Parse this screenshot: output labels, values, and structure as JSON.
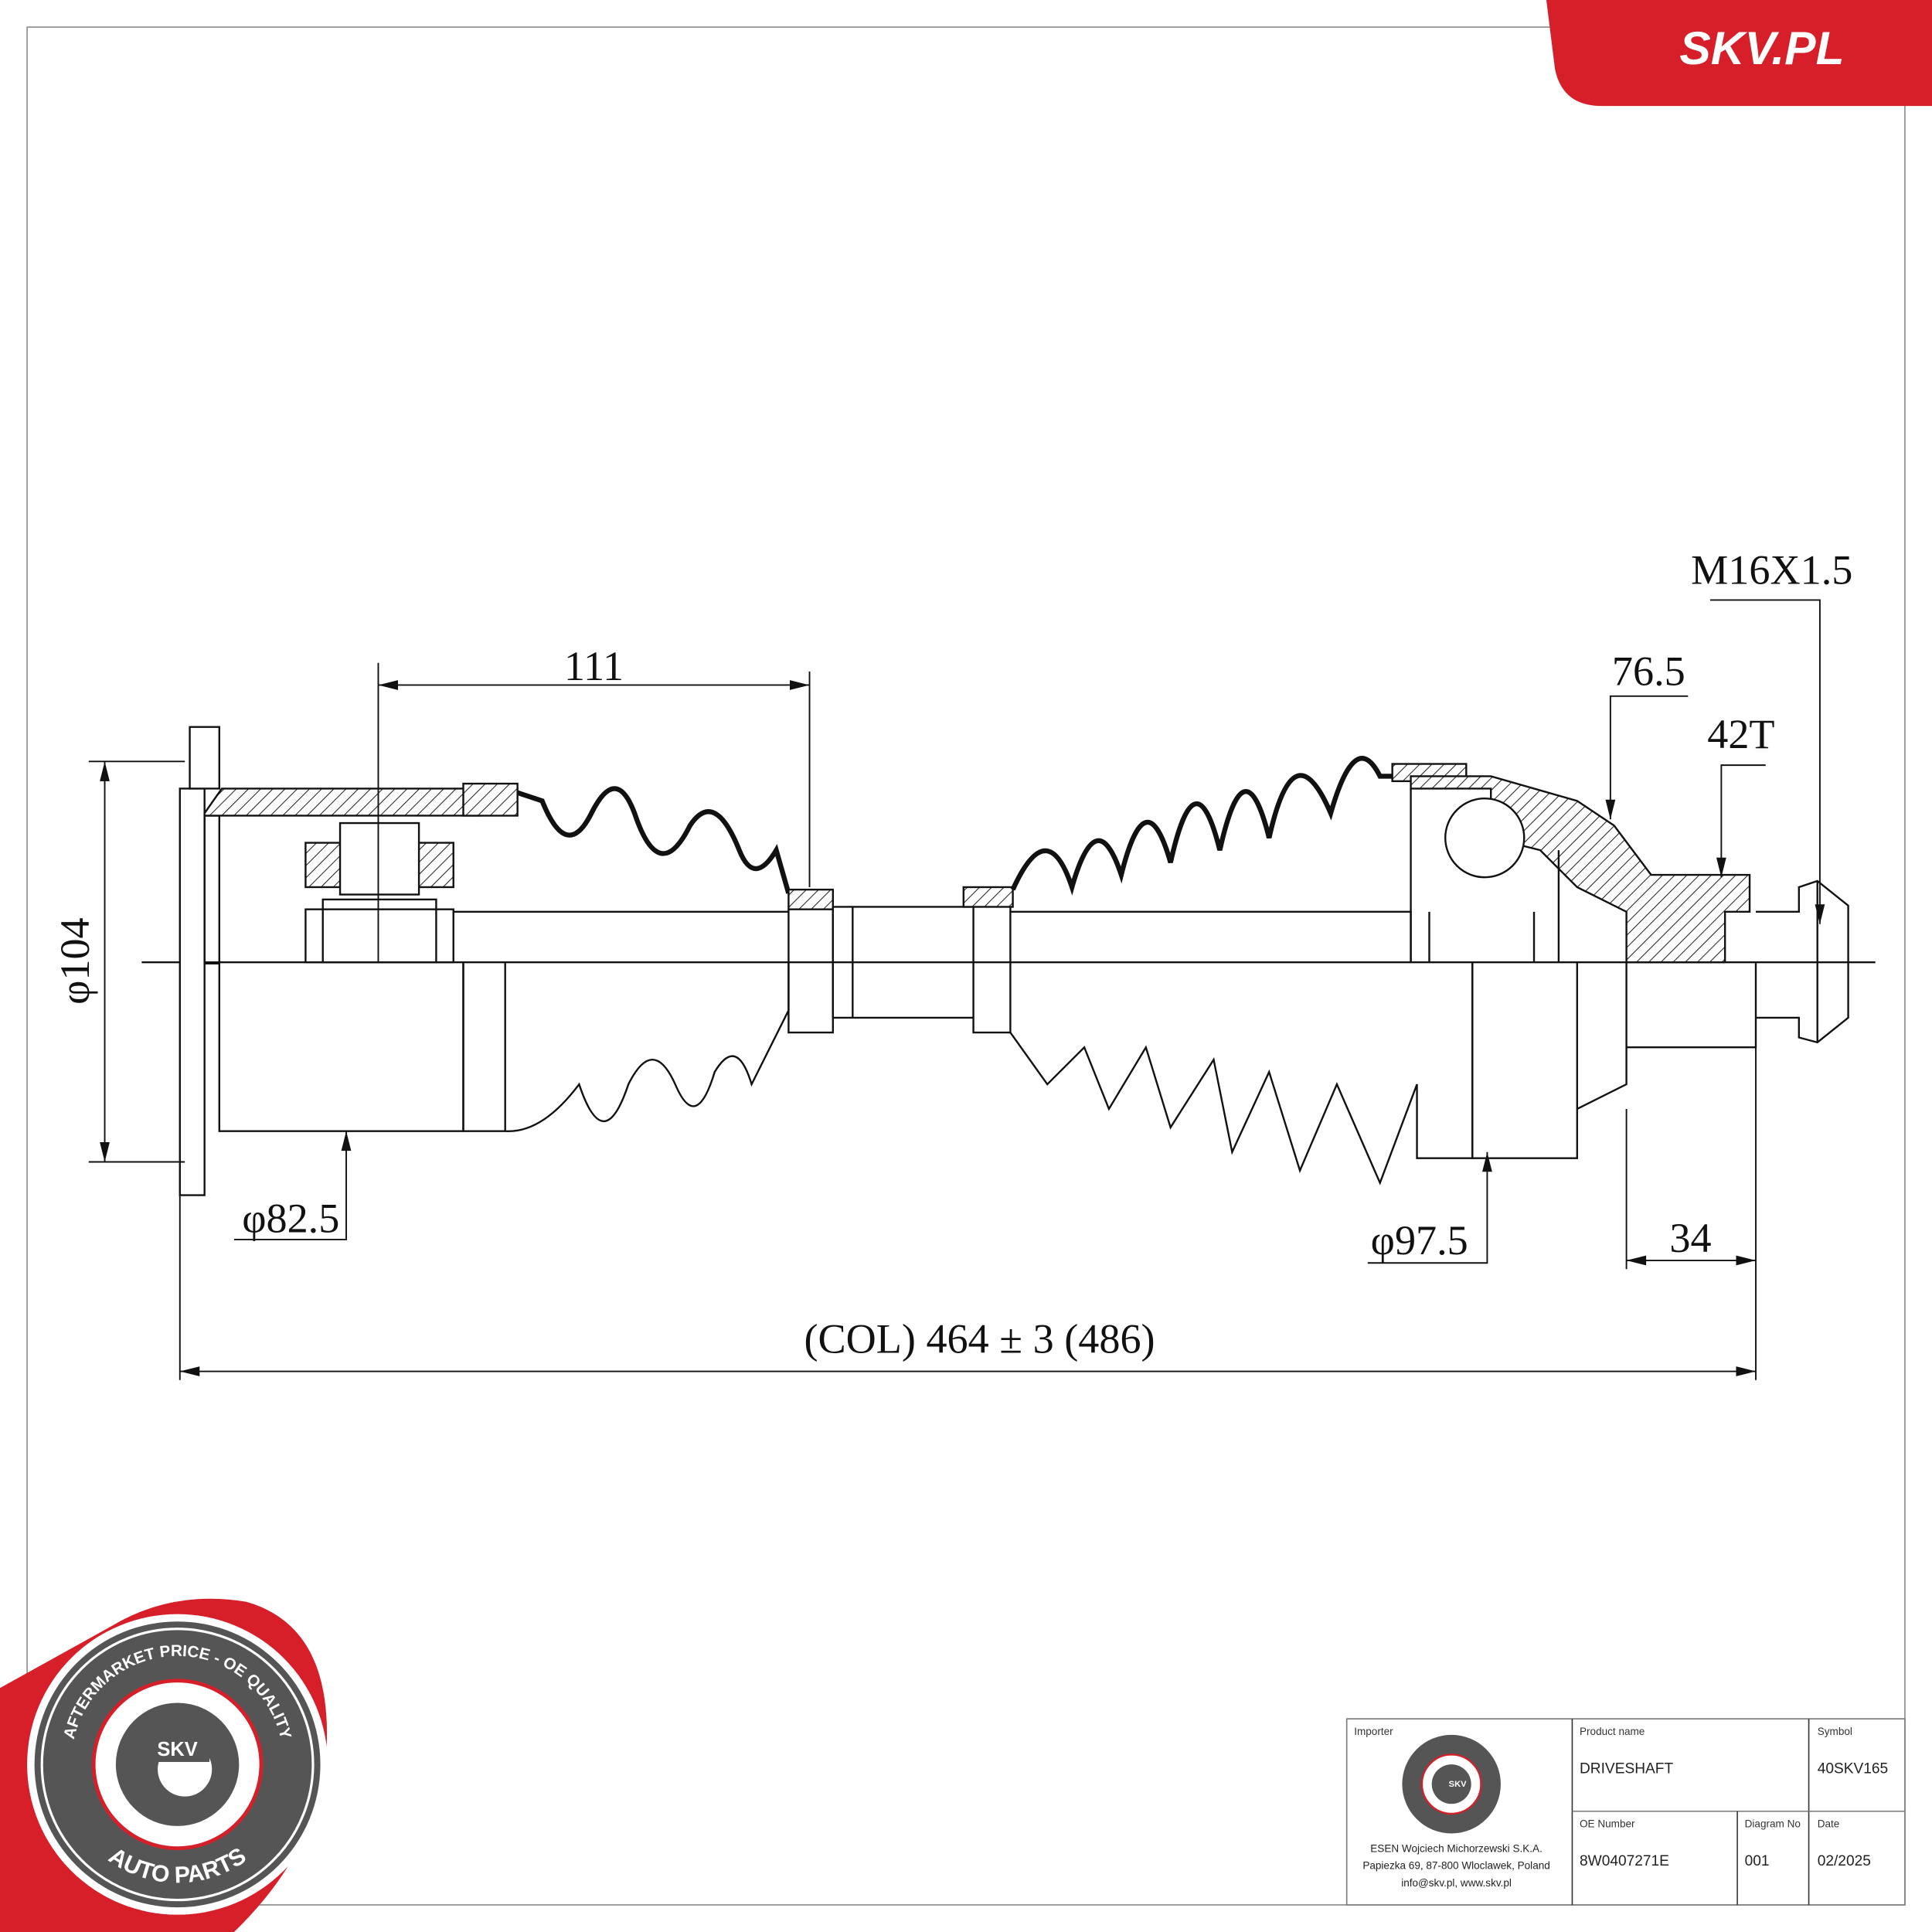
{
  "brand": {
    "site": "SKV.PL",
    "red": "#d71f2a",
    "grey": "#555555"
  },
  "badge": {
    "top_text": "AFTERMARKET PRICE - OE QUALITY",
    "center": "SKV",
    "bottom_text": "AUTO PARTS"
  },
  "dimensions": {
    "thread": "M16X1.5",
    "length_111": "111",
    "d76": "76.5",
    "teeth": "42T",
    "d104": "φ104",
    "d82": "φ82.5",
    "d97": "φ97.5",
    "len34": "34",
    "overall": "(COL) 464 ± 3 (486)"
  },
  "title_block": {
    "importer_label": "Importer",
    "importer_lines": [
      "ESEN Wojciech Michorzewski S.K.A.",
      "Papiezka 69, 87-800 Wloclawek,  Poland",
      "info@skv.pl, www.skv.pl"
    ],
    "product_label": "Product name",
    "product": "DRIVESHAFT",
    "symbol_label": "Symbol",
    "symbol": "40SKV165",
    "oe_label": "OE Number",
    "oe": "8W0407271E",
    "diagram_label": "Diagram No",
    "diagram": "001",
    "date_label": "Date",
    "date": "02/2025"
  }
}
